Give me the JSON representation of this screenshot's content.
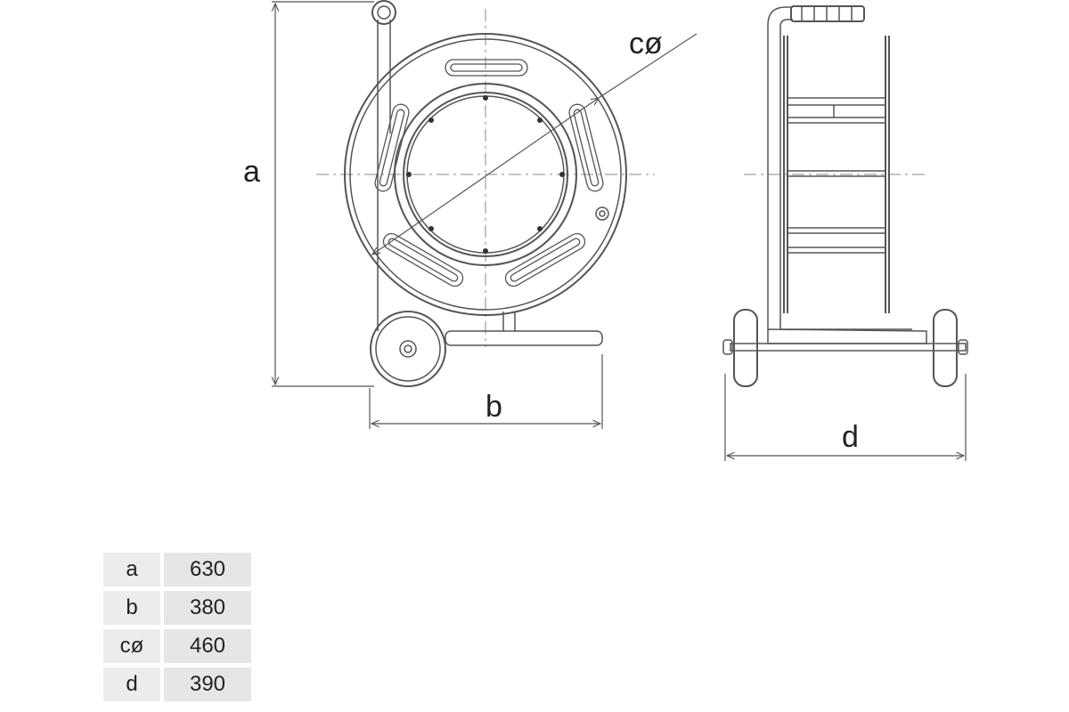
{
  "dimension_labels": {
    "a": "a",
    "b": "b",
    "c": "cø",
    "d": "d"
  },
  "dimension_table": [
    {
      "key": "a",
      "value": "630"
    },
    {
      "key": "b",
      "value": "380"
    },
    {
      "key": "cø",
      "value": "460"
    },
    {
      "key": "d",
      "value": "390"
    }
  ],
  "colors": {
    "line": "#555555",
    "centerline": "#8a8a8a",
    "text": "#222222",
    "table_fill": "#e8e8e8"
  }
}
